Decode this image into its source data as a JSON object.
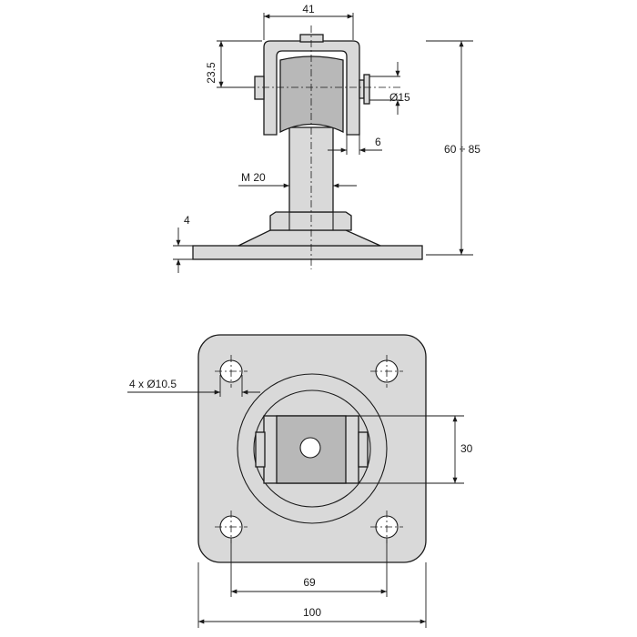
{
  "dimensions": {
    "width_top": "41",
    "height_pin": "23.5",
    "pin_diameter": "Ø15",
    "pin_offset": "6",
    "thread": "M 20",
    "height_range": "60 ÷ 85",
    "plate_thickness": "4",
    "holes": "4 x Ø10.5",
    "roller_width": "30",
    "hole_spacing": "69",
    "plate_width": "100"
  },
  "colors": {
    "fill": "#d9d9d9",
    "fill_dark": "#b8b8b8",
    "line": "#1a1a1a"
  }
}
